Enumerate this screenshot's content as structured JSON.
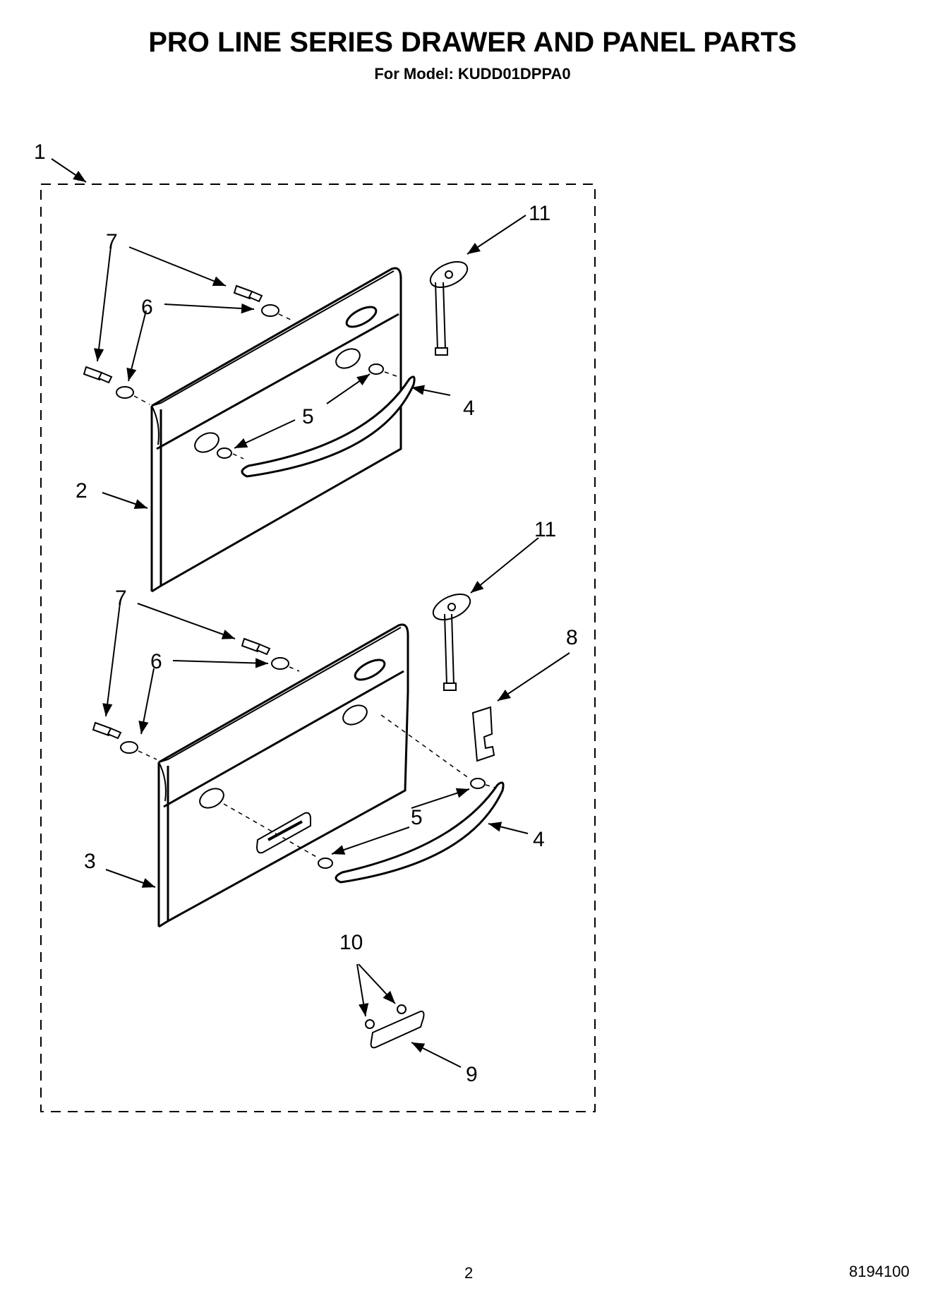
{
  "header": {
    "title": "PRO LINE SERIES DRAWER AND PANEL PARTS",
    "subtitle": "For Model: KUDD01DPPA0"
  },
  "footer": {
    "page_number": "2",
    "document_number": "8194100"
  },
  "callouts": {
    "c1": "1",
    "c2": "2",
    "c3": "3",
    "c4a": "4",
    "c4b": "4",
    "c5a": "5",
    "c5b": "5",
    "c6a": "6",
    "c6b": "6",
    "c7a": "7",
    "c7b": "7",
    "c8": "8",
    "c9": "9",
    "c10": "10",
    "c11a": "11",
    "c11b": "11"
  }
}
